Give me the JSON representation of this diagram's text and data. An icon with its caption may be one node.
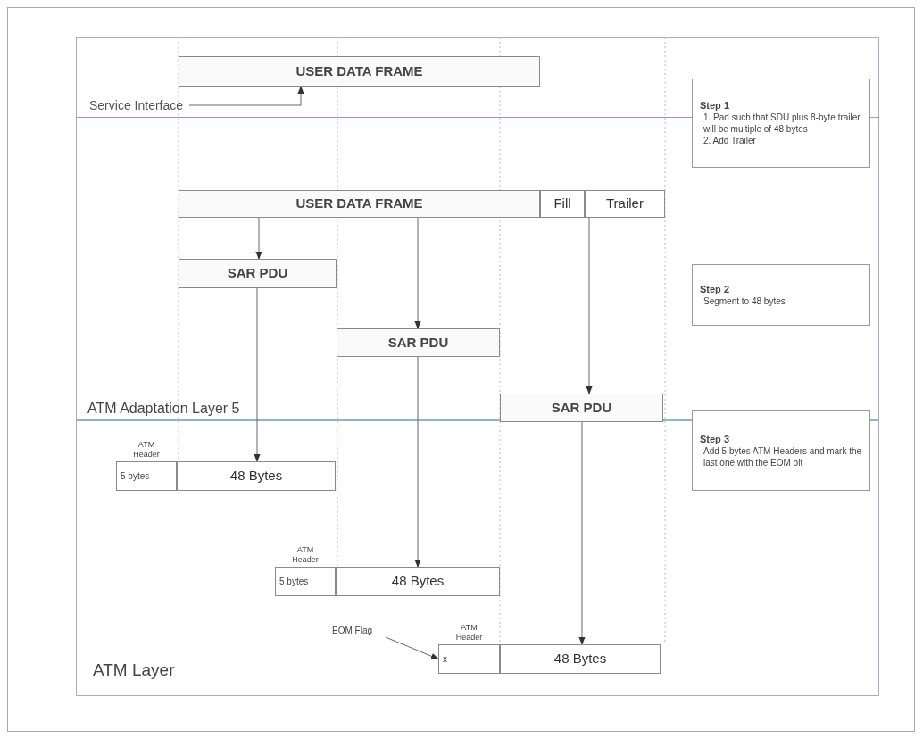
{
  "diagram": {
    "nodes": [
      {
        "text": [
          "USER DATA FRAME"
        ]
      },
      {
        "text": [
          "Service Interface"
        ]
      },
      {
        "text": [
          "Step 1",
          "1. Pad such that SDU plus 8-byte trailer will be multiple of 48 bytes",
          "2. Add Trailer"
        ]
      },
      {
        "text": [
          "USER DATA FRAME"
        ]
      },
      {
        "text": [
          "Fill"
        ]
      },
      {
        "text": [
          "Trailer"
        ]
      },
      {
        "text": [
          "SAR PDU"
        ]
      },
      {
        "text": [
          "Step 2",
          "Segment to 48 bytes"
        ]
      },
      {
        "text": [
          "SAR PDU"
        ]
      },
      {
        "text": [
          "SAR PDU"
        ]
      },
      {
        "text": [
          "Step 3",
          "Add 5 bytes ATM Headers and mark the last one with the EOM bit"
        ]
      },
      {
        "text": [
          "5 bytes"
        ],
        "beside": [
          "ATM Header"
        ]
      },
      {
        "text": [
          "48 Bytes"
        ]
      },
      {
        "text": [
          "5 bytes"
        ],
        "beside": [
          "ATM Header"
        ]
      },
      {
        "text": [
          "48 Bytes"
        ]
      },
      {
        "text": [
          "x"
        ],
        "beside": [
          "ATM Header"
        ]
      },
      {
        "text": [
          "48 Bytes"
        ]
      },
      {
        "text": [
          "EOM Flag"
        ]
      }
    ],
    "edges": [
      {
        "from": 1,
        "to": 0,
        "arrow": "to"
      },
      {
        "from": 3,
        "to": 6,
        "arrow": "to"
      },
      {
        "from": 3,
        "to": 8,
        "arrow": "to"
      },
      {
        "from": 5,
        "to": 9,
        "arrow": "to"
      },
      {
        "from": 6,
        "to": 12,
        "arrow": "to"
      },
      {
        "from": 8,
        "to": 14,
        "arrow": "to"
      },
      {
        "from": 9,
        "to": 16,
        "arrow": "to"
      },
      {
        "from": 17,
        "to": 15,
        "arrow": "to"
      }
    ],
    "labels": [
      "ATM Adaptation Layer 5",
      "ATM Layer"
    ]
  }
}
